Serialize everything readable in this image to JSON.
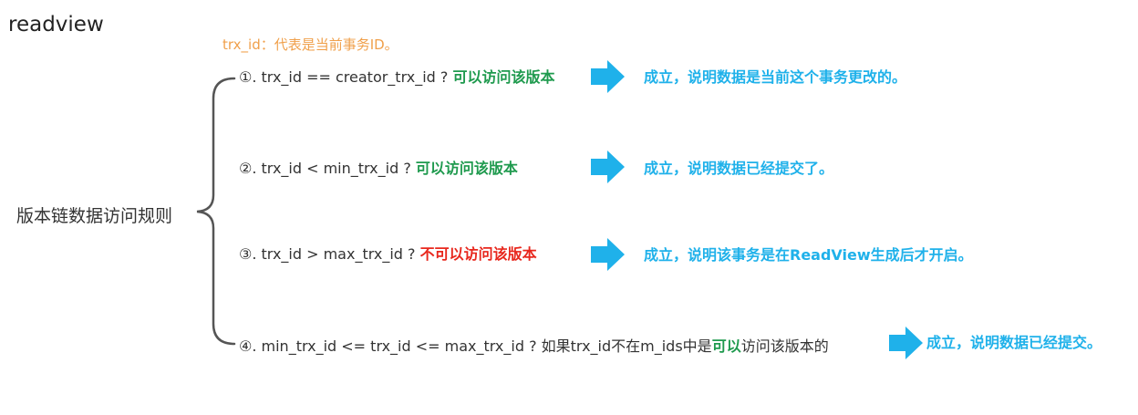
{
  "title": "readview",
  "note": "trx_id：代表是当前事务ID。",
  "root_label": "版本链数据访问规则",
  "colors": {
    "note": "#f0a04b",
    "allow": "#1f9a4e",
    "deny": "#e8271d",
    "result": "#1fb1ea",
    "arrow": "#1fb1ea",
    "bracket": "#555555"
  },
  "rules": [
    {
      "condition": "①. trx_id  == creator_trx_id ? ",
      "verdict": "可以访问该版本",
      "verdict_type": "allow",
      "result": "成立，说明数据是当前这个事务更改的。"
    },
    {
      "condition": "②. trx_id < min_trx_id ? ",
      "verdict": "可以访问该版本",
      "verdict_type": "allow",
      "result": "成立，说明数据已经提交了。"
    },
    {
      "condition": "③. trx_id > max_trx_id ?  ",
      "verdict": "不可以访问该版本",
      "verdict_type": "deny",
      "result": "成立，说明该事务是在ReadView生成后才开启。"
    },
    {
      "condition": "④. min_trx_id <= trx_id <= max_trx_id ?  如果trx_id不在m_ids中是",
      "verdict": "可以",
      "verdict_type": "allow",
      "suffix": "访问该版本的",
      "result": "成立，说明数据已经提交。"
    }
  ]
}
